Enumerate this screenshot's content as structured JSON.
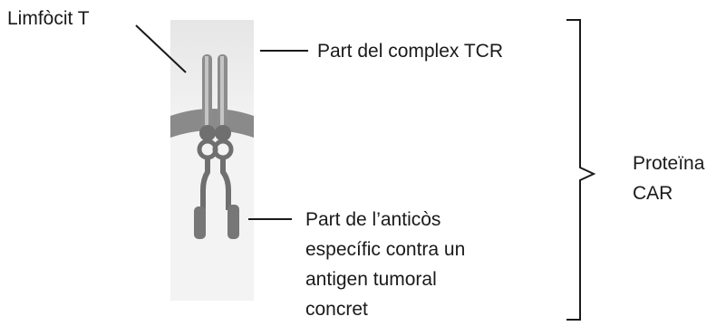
{
  "labels": {
    "lymphocyte": "Limfòcit T",
    "tcr_part": "Part del complex TCR",
    "antibody_part": [
      "Part de l’anticòs",
      "específic contra un",
      "antigen tumoral",
      "concret"
    ],
    "protein": [
      "Proteïna",
      "CAR"
    ]
  },
  "colors": {
    "cell_interior": "#ececec",
    "membrane": "#8a8a8a",
    "receptor": "#888888",
    "receptor_highlight": "#bdbdbd",
    "antibody": "#777777",
    "lines": "#1a1a1a"
  }
}
